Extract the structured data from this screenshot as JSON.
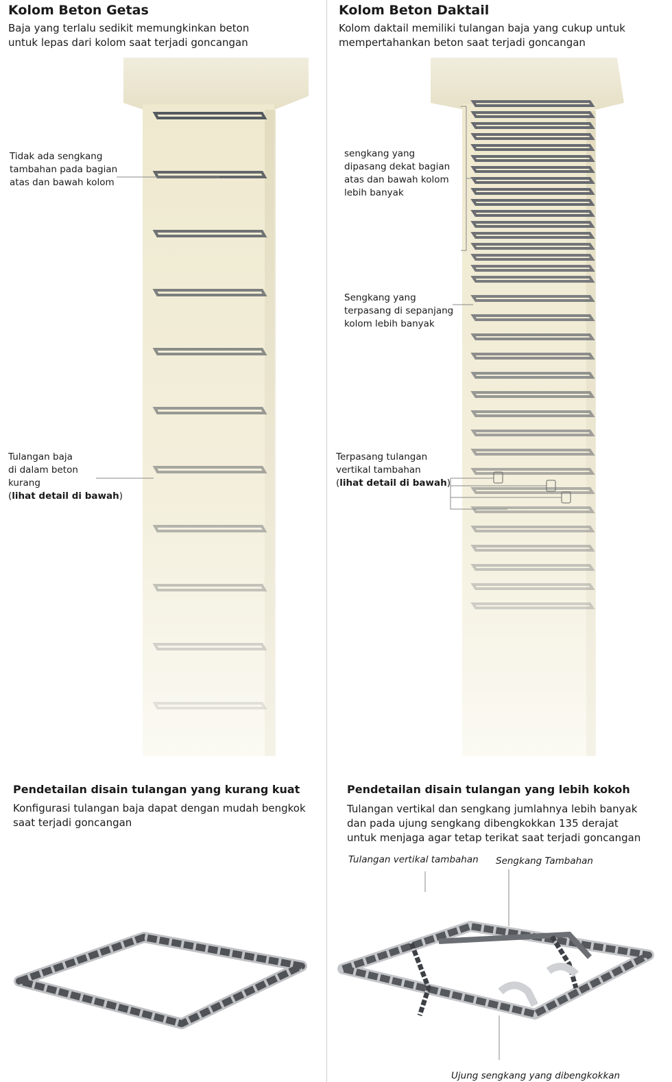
{
  "left": {
    "title": "Kolom Beton Getas",
    "subtitle_line1": "Baja yang terlalu sedikit memungkinkan beton",
    "subtitle_line2": "untuk lepas dari kolom saat terjadi goncangan",
    "label_top": [
      "Tidak ada sengkang",
      "tambahan pada bagian",
      "atas dan bawah kolom"
    ],
    "label_bottom": [
      "Tulangan baja",
      "di dalam beton",
      "kurang"
    ],
    "label_bottom_bold": "lihat detail di bawah",
    "detail_title": "Pendetailan disain tulangan yang kurang kuat",
    "detail_sub_line1": "Konfigurasi tulangan baja dapat dengan mudah bengkok",
    "detail_sub_line2": "saat terjadi goncangan"
  },
  "right": {
    "title": "Kolom Beton Daktail",
    "subtitle_line1": "Kolom daktail memiliki tulangan baja yang cukup untuk",
    "subtitle_line2": "mempertahankan beton saat terjadi goncangan",
    "label_top": [
      "sengkang yang",
      "dipasang dekat bagian",
      "atas dan bawah kolom",
      "lebih banyak"
    ],
    "label_mid": [
      "Sengkang yang",
      "terpasang di sepanjang",
      "kolom lebih banyak"
    ],
    "label_bottom": [
      "Terpasang tulangan",
      "vertikal tambahan"
    ],
    "label_bottom_bold": "lihat detail di bawah",
    "detail_title": "Pendetailan disain tulangan yang lebih kokoh",
    "detail_sub_line1": "Tulangan vertikal dan sengkang jumlahnya lebih banyak",
    "detail_sub_line2": "dan pada ujung sengkang dibengkokkan 135 derajat",
    "detail_sub_line3": "untuk menjaga agar tetap terikat saat terjadi goncangan",
    "callout_vertical": "Tulangan vertikal tambahan",
    "callout_stirrup": "Sengkang Tambahan",
    "callout_hook": "Ujung sengkang yang dibengkokkan"
  },
  "colors": {
    "concrete": "#f0ecd8",
    "steel": "#8a8d91",
    "steel_dark": "#4a4d52",
    "extra_bar": "#d9a56a",
    "leader": "#777777"
  }
}
